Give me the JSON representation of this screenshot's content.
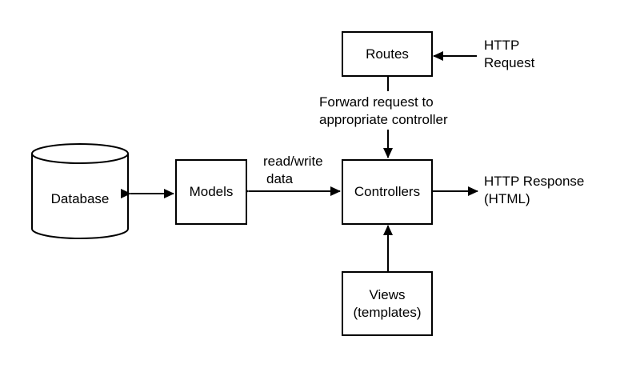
{
  "nodes": {
    "database": "Database",
    "models": "Models",
    "controllers": "Controllers",
    "routes": "Routes",
    "views_line1": "Views",
    "views_line2": "(templates)"
  },
  "labels": {
    "http_request_line1": "HTTP",
    "http_request_line2": "Request",
    "forward_line1": "Forward request to",
    "forward_line2": "appropriate controller",
    "readwrite_line1": "read/write",
    "readwrite_line2": "data",
    "http_response_line1": "HTTP Response",
    "http_response_line2": "(HTML)"
  }
}
